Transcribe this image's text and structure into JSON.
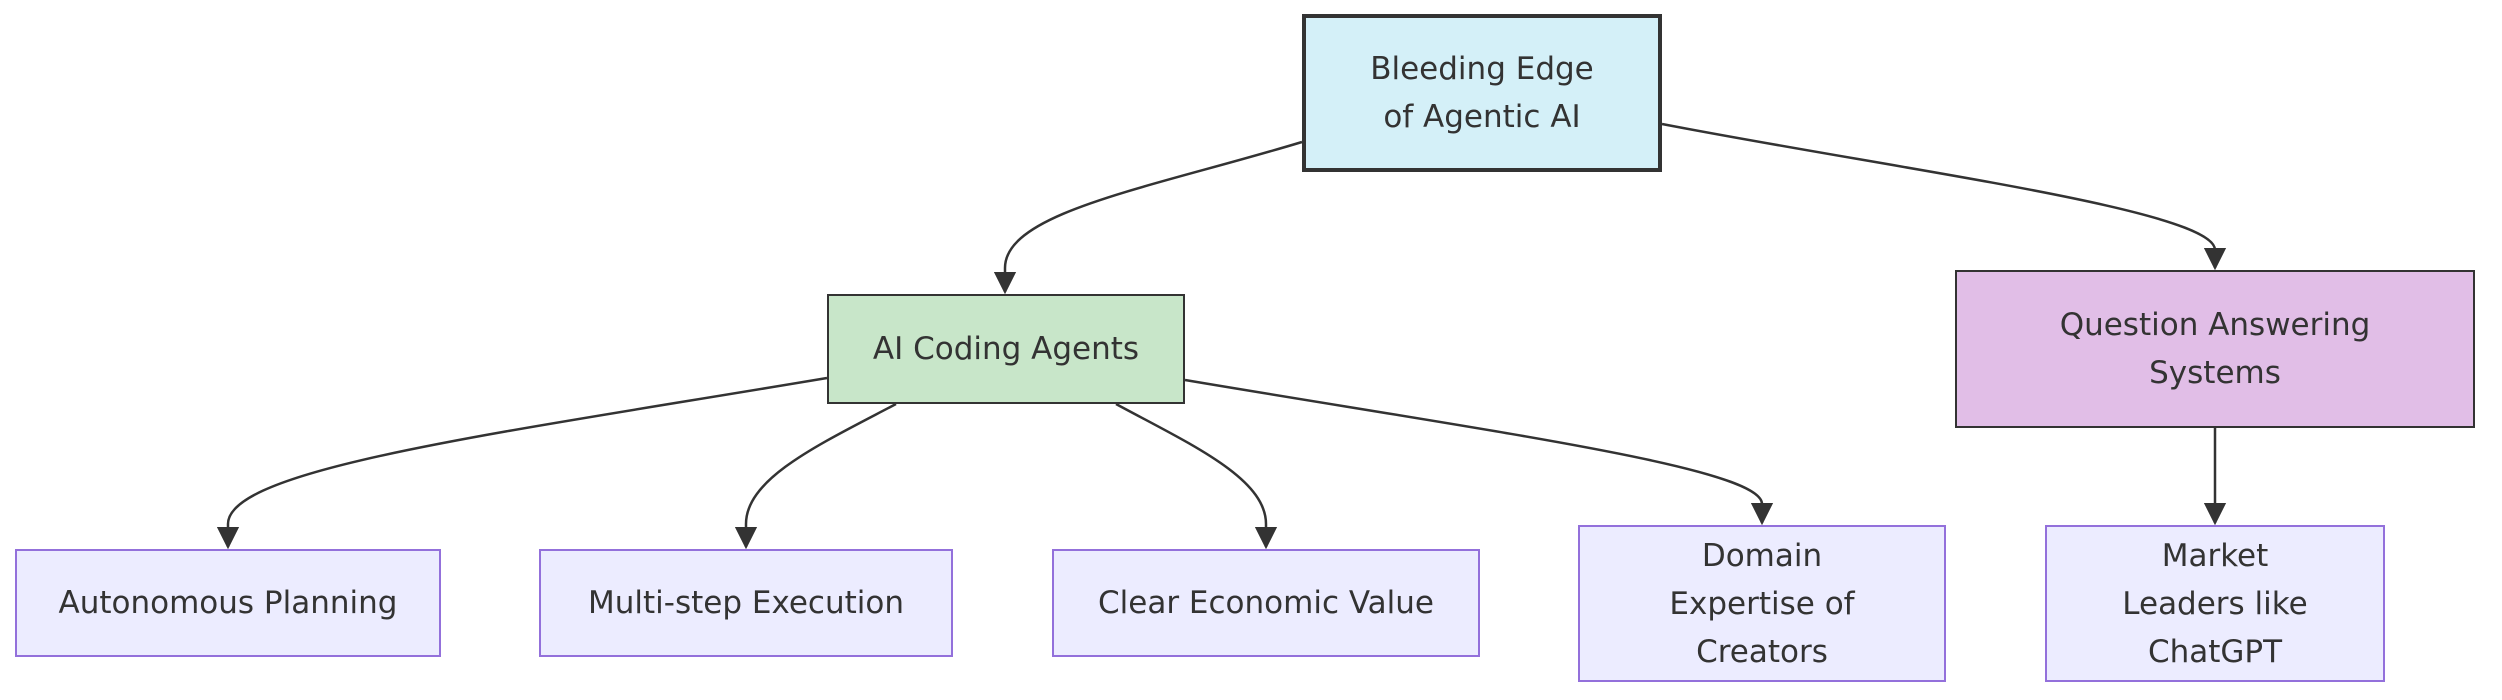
{
  "nodes": {
    "root": "Bleeding Edge of Agentic AI",
    "coding_agents": "AI Coding Agents",
    "qa_systems": "Question Answering Systems",
    "autonomous_planning": "Autonomous Planning",
    "multi_step": "Multi-step Execution",
    "economic_value": "Clear Economic Value",
    "domain_expertise": "Domain Expertise of Creators",
    "market_leaders": "Market Leaders like ChatGPT"
  },
  "edges": [
    {
      "from": "Bleeding Edge of Agentic AI",
      "to": "AI Coding Agents"
    },
    {
      "from": "Bleeding Edge of Agentic AI",
      "to": "Question Answering Systems"
    },
    {
      "from": "AI Coding Agents",
      "to": "Autonomous Planning"
    },
    {
      "from": "AI Coding Agents",
      "to": "Multi-step Execution"
    },
    {
      "from": "AI Coding Agents",
      "to": "Clear Economic Value"
    },
    {
      "from": "AI Coding Agents",
      "to": "Domain Expertise of Creators"
    },
    {
      "from": "Question Answering Systems",
      "to": "Market Leaders like ChatGPT"
    }
  ],
  "colors": {
    "edge": "#333333",
    "root_fill": "#d4f0f8",
    "coding_fill": "#c8e6c9",
    "qa_fill": "#e1bee7",
    "leaf_fill": "#ececff",
    "leaf_border": "#9370db"
  }
}
